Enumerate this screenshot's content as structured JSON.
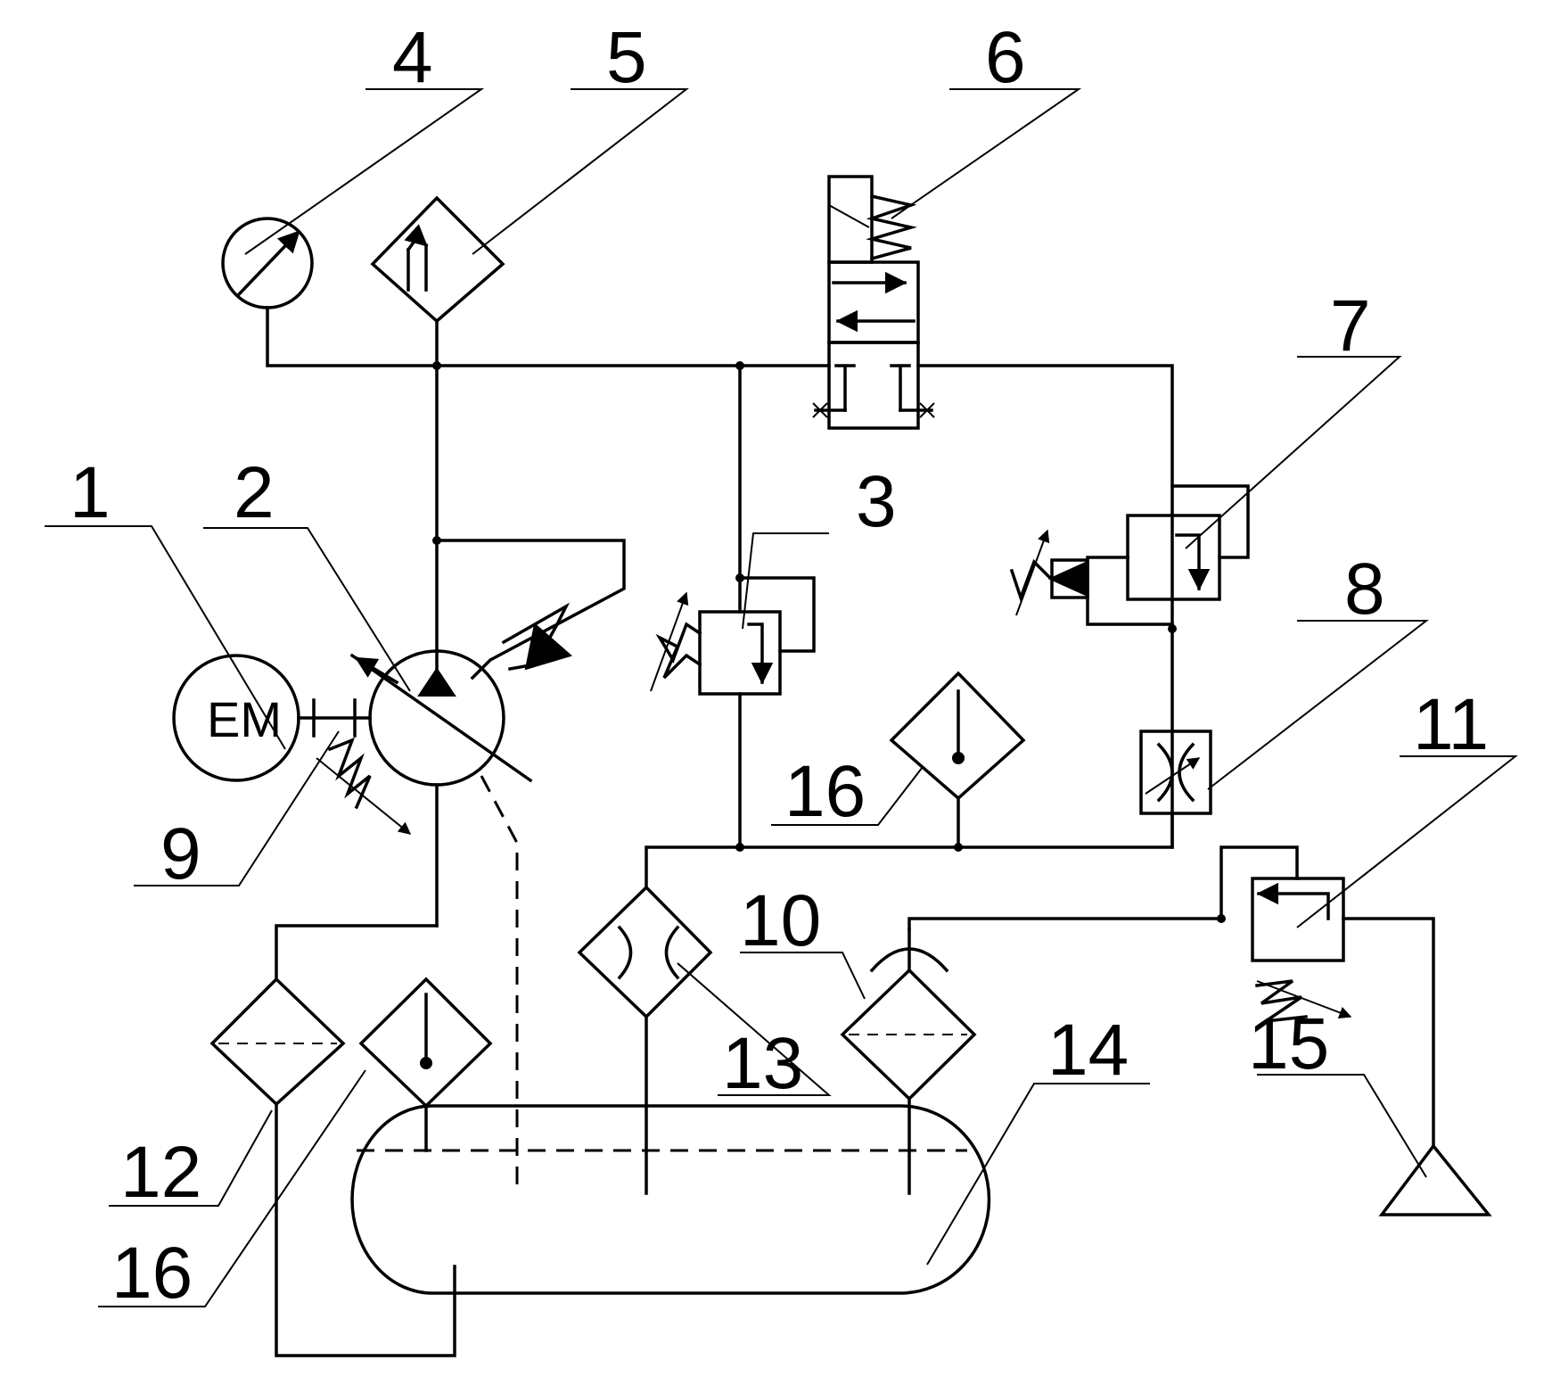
{
  "labels": {
    "l1": "1",
    "l2": "2",
    "l3": "3",
    "l4": "4",
    "l5": "5",
    "l6": "6",
    "l7": "7",
    "l8": "8",
    "l9": "9",
    "l10": "10",
    "l11": "11",
    "l12": "12",
    "l13": "13",
    "l14": "14",
    "l15": "15",
    "l16a": "16",
    "l16b": "16"
  },
  "motor_text": "EM"
}
